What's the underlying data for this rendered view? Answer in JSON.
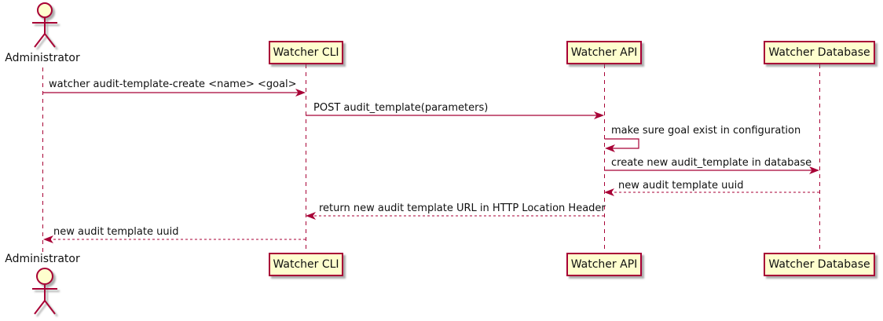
{
  "diagram": {
    "type": "sequence-diagram",
    "actors": [
      {
        "name": "Administrator"
      }
    ],
    "participants": [
      {
        "label": "Watcher CLI"
      },
      {
        "label": "Watcher API"
      },
      {
        "label": "Watcher Database"
      }
    ],
    "messages": [
      {
        "from": "Administrator",
        "to": "Watcher CLI",
        "label": "watcher audit-template-create <name> <goal>",
        "style": "solid"
      },
      {
        "from": "Watcher CLI",
        "to": "Watcher API",
        "label": "POST audit_template(parameters)",
        "style": "solid"
      },
      {
        "from": "Watcher API",
        "to": "Watcher API",
        "label": "make sure goal exist in configuration",
        "style": "solid",
        "self": true
      },
      {
        "from": "Watcher API",
        "to": "Watcher Database",
        "label": "create new audit_template in database",
        "style": "solid"
      },
      {
        "from": "Watcher Database",
        "to": "Watcher API",
        "label": "new audit template uuid",
        "style": "dashed"
      },
      {
        "from": "Watcher API",
        "to": "Watcher CLI",
        "label": "return new audit template URL in HTTP Location Header",
        "style": "dashed"
      },
      {
        "from": "Watcher CLI",
        "to": "Administrator",
        "label": "new audit template uuid",
        "style": "dashed"
      }
    ],
    "colors": {
      "box_fill": "#FEFECE",
      "line": "#A80036",
      "text": "#101010",
      "background": "#FFFFFF",
      "shadow": "#696969"
    }
  }
}
